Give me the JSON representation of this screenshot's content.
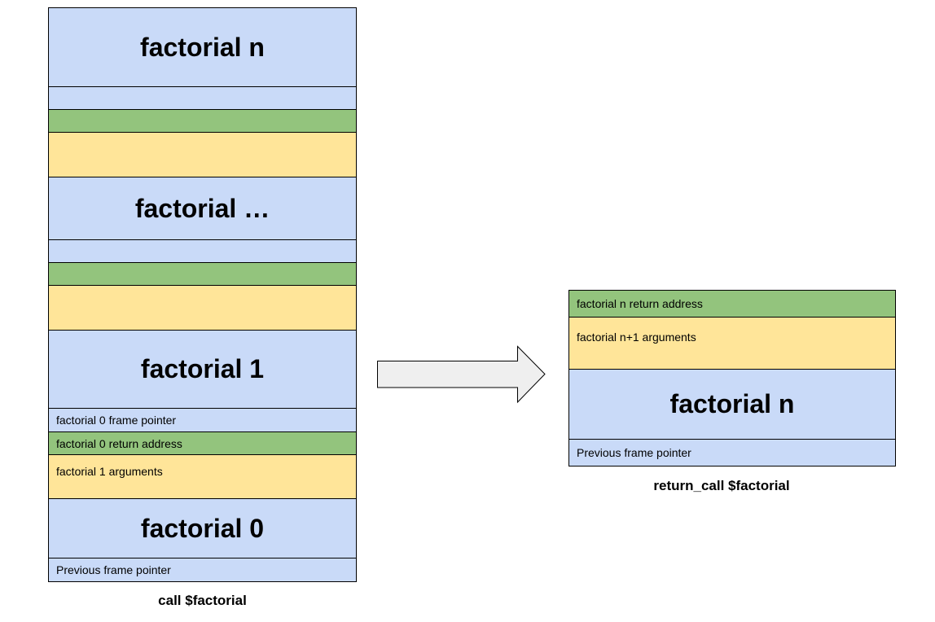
{
  "left_stack": {
    "frame_n": "factorial n",
    "frame_ellipsis": "factorial …",
    "frame_1": "factorial 1",
    "frame_0_fp": "factorial 0 frame pointer",
    "frame_0_ret": "factorial 0 return address",
    "frame_1_args": "factorial 1 arguments",
    "frame_0": "factorial 0",
    "prev_fp": "Previous frame pointer",
    "caption": "call $factorial"
  },
  "right_stack": {
    "ret_addr": "factorial n return address",
    "args": "factorial n+1 arguments",
    "frame_n": "factorial n",
    "prev_fp": "Previous frame pointer",
    "caption": "return_call $factorial"
  },
  "colors": {
    "frame": "#c9daf8",
    "return_address": "#93c47d",
    "arguments": "#ffe599",
    "arrow_fill": "#efefef"
  }
}
